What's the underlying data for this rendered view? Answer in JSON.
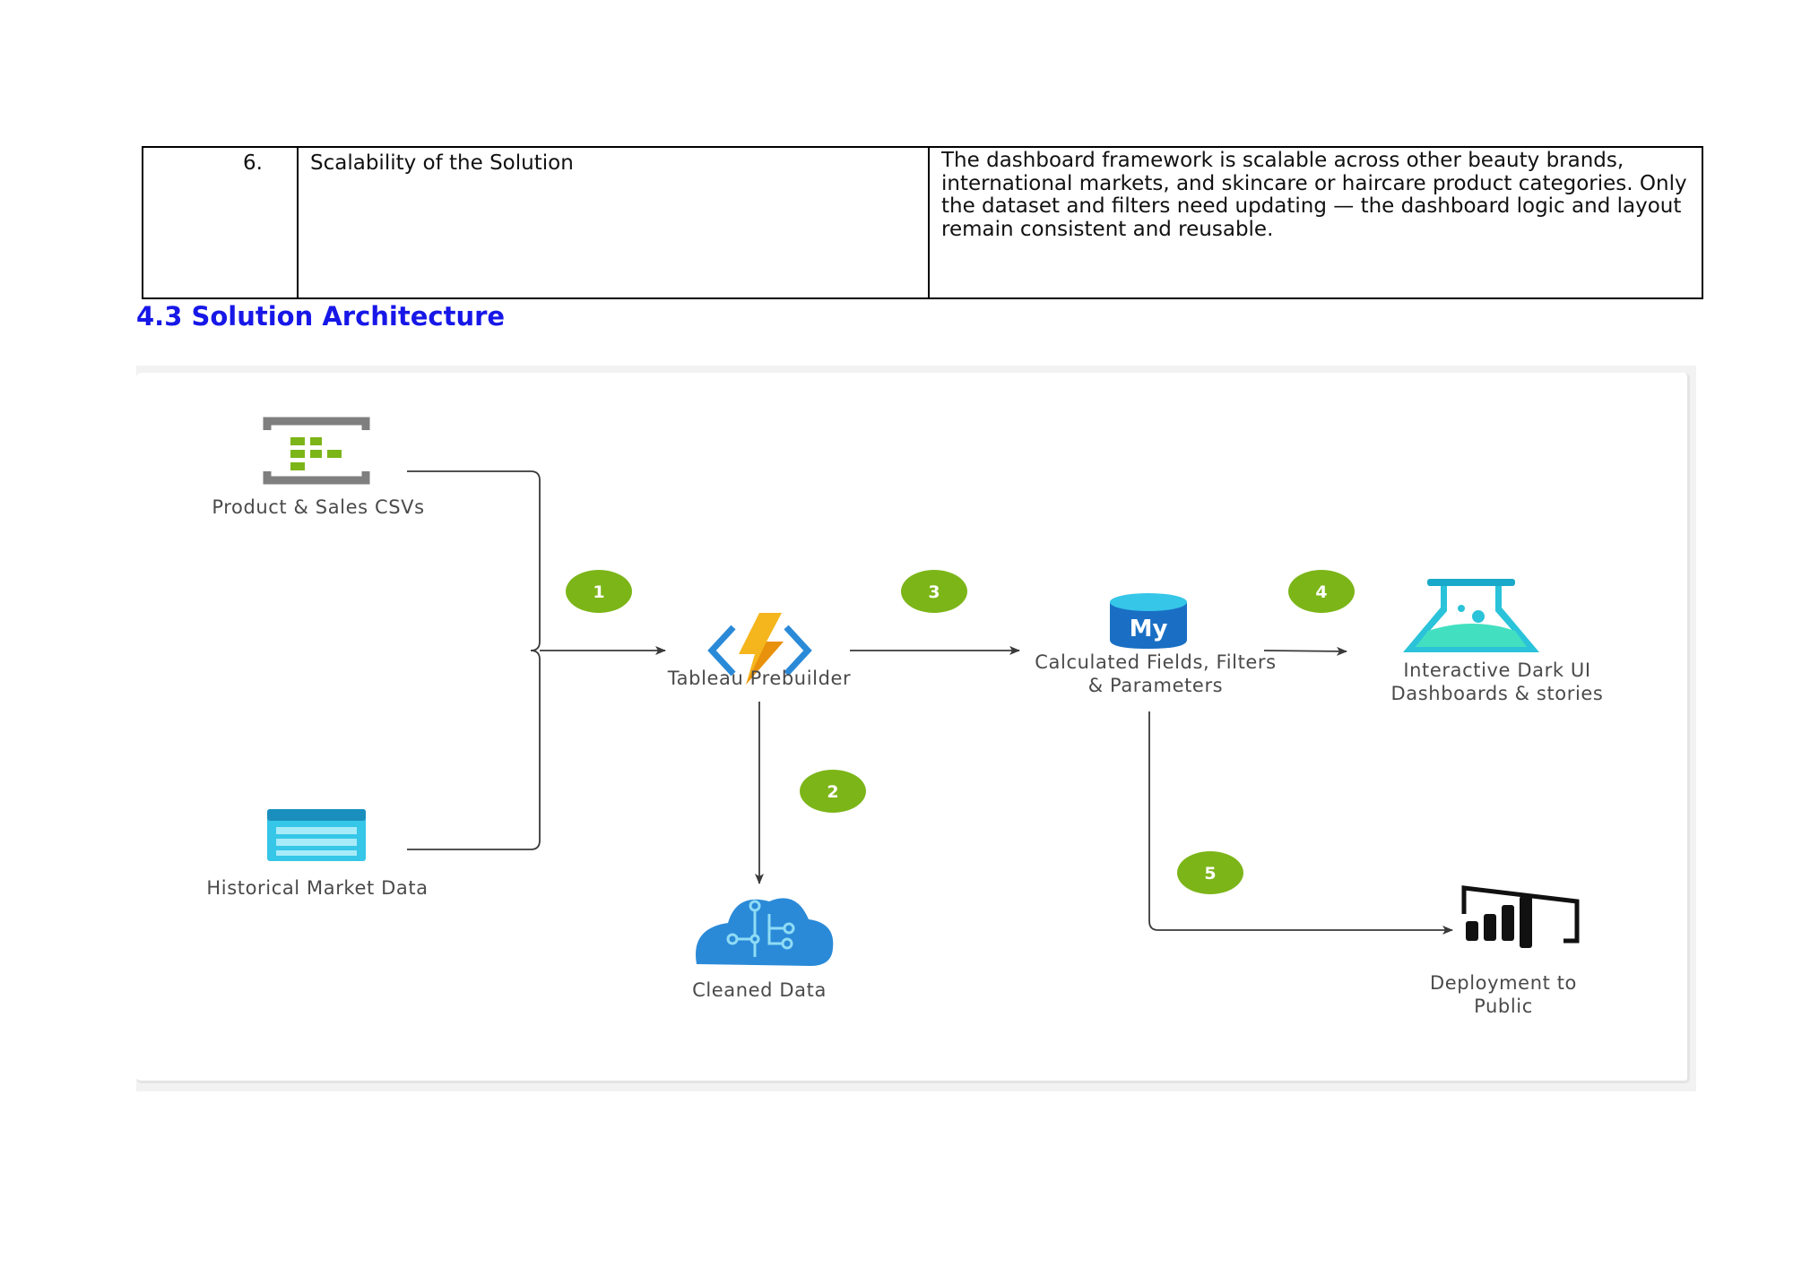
{
  "table": {
    "number": "6.",
    "title": "Scalability of the Solution",
    "description": "The dashboard framework is scalable across other beauty brands, international markets, and skincare or haircare product categories. Only the dataset and filters need updating — the dashboard logic and layout remain consistent and reusable."
  },
  "section_heading": "4.3 Solution Architecture",
  "diagram": {
    "nodes": {
      "product_sales": "Product & Sales CSVs",
      "historical": "Historical Market Data",
      "prebuilder": "Tableau Prebuilder",
      "cleaned": "Cleaned Data",
      "calculated": "Calculated Fields, Filters & Parameters",
      "interactive": "Interactive Dark UI Dashboards & stories",
      "deployment": "Deployment to Public"
    },
    "steps": [
      "1",
      "2",
      "3",
      "4",
      "5"
    ],
    "colors": {
      "badge": "#7cb518",
      "arrow": "#3a3a3a",
      "azure_blue": "#2a8ad8",
      "cyan": "#35c6e8"
    }
  }
}
